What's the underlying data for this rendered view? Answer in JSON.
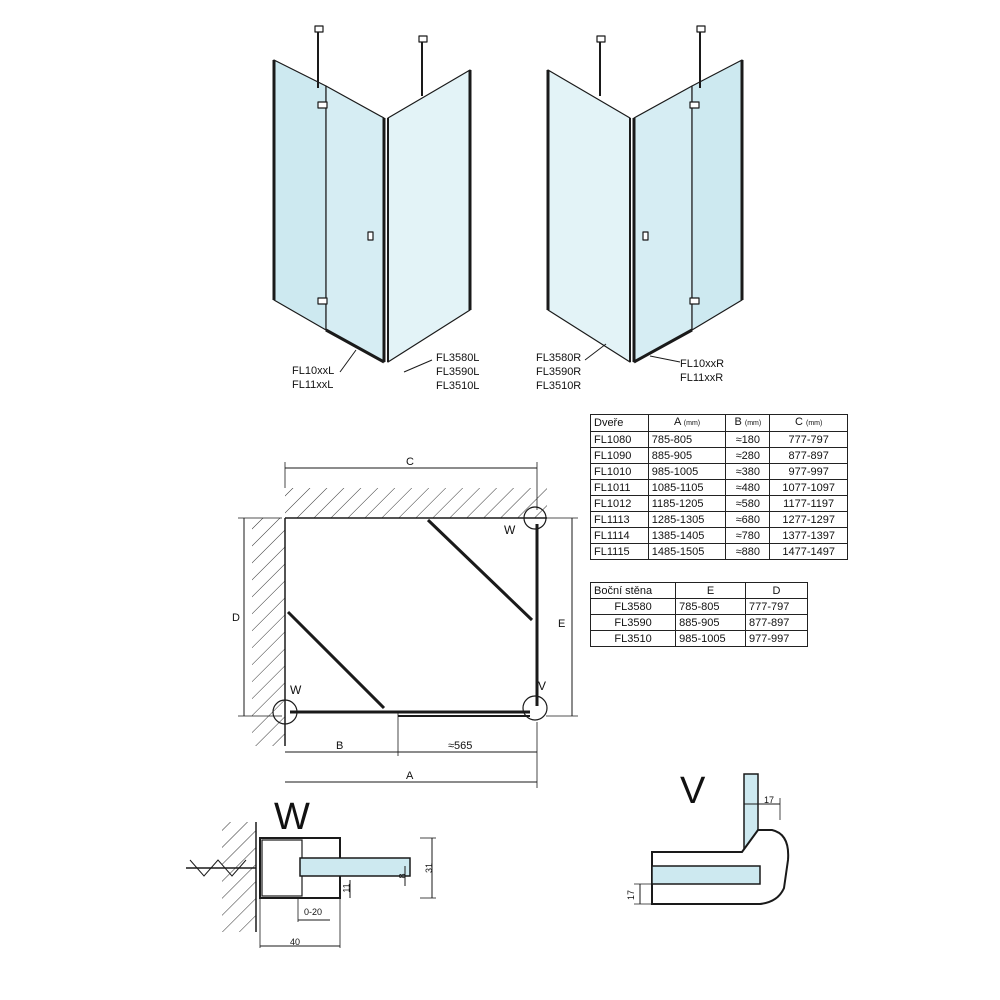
{
  "labels": {
    "door_left": [
      "FL10xxL",
      "FL11xxL"
    ],
    "wall_left": [
      "FL3580L",
      "FL3590L",
      "FL3510L"
    ],
    "wall_right": [
      "FL3580R",
      "FL3590R",
      "FL3510R"
    ],
    "door_right": [
      "FL10xxR",
      "FL11xxR"
    ]
  },
  "plan": {
    "dim_c": "C",
    "dim_d": "D",
    "dim_e": "E",
    "dim_b": "B",
    "dim_a": "A",
    "dim_565": "≈565",
    "marker_w_top": "W",
    "marker_w_left": "W",
    "marker_v": "V"
  },
  "door_table": {
    "headers": [
      "Dveře",
      "A",
      "B",
      "C"
    ],
    "unit": "(mm)",
    "rows": [
      [
        "FL1080",
        "785-805",
        "≈180",
        "777-797"
      ],
      [
        "FL1090",
        "885-905",
        "≈280",
        "877-897"
      ],
      [
        "FL1010",
        "985-1005",
        "≈380",
        "977-997"
      ],
      [
        "FL1011",
        "1085-1105",
        "≈480",
        "1077-1097"
      ],
      [
        "FL1012",
        "1185-1205",
        "≈580",
        "1177-1197"
      ],
      [
        "FL1113",
        "1285-1305",
        "≈680",
        "1277-1297"
      ],
      [
        "FL1114",
        "1385-1405",
        "≈780",
        "1377-1397"
      ],
      [
        "FL1115",
        "1485-1505",
        "≈880",
        "1477-1497"
      ]
    ]
  },
  "wall_table": {
    "headers": [
      "Boční stěna",
      "E",
      "D"
    ],
    "rows": [
      [
        "FL3580",
        "785-805",
        "777-797"
      ],
      [
        "FL3590",
        "885-905",
        "877-897"
      ],
      [
        "FL3510",
        "985-1005",
        "977-997"
      ]
    ]
  },
  "detail_w": {
    "title": "W",
    "dims": [
      "31",
      "8",
      "11",
      "0-20",
      "40"
    ]
  },
  "detail_v": {
    "title": "V",
    "dims": [
      "17",
      "17"
    ]
  },
  "colors": {
    "glass": "#cde9f0",
    "glass_light": "#e3f3f7",
    "line": "#1a1a1a"
  }
}
